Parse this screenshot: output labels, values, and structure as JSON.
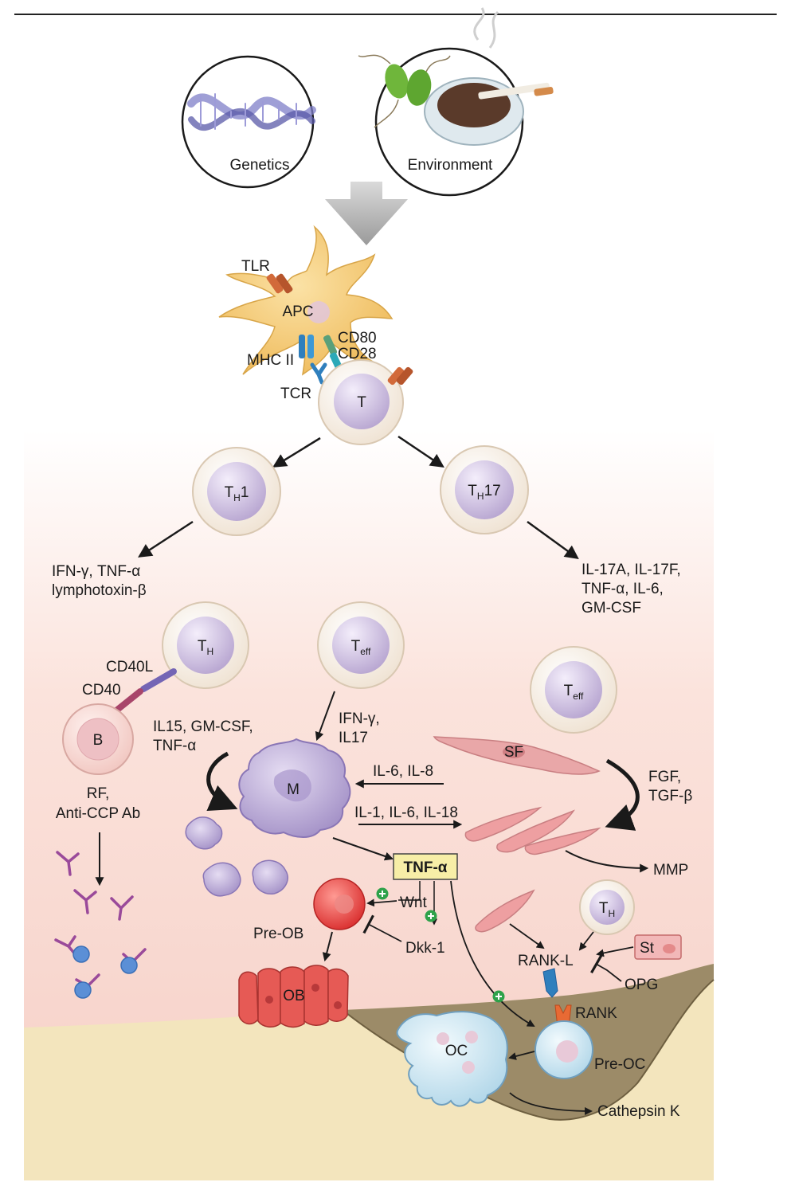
{
  "inputs": {
    "genetics": "Genetics",
    "environment": "Environment"
  },
  "apc": {
    "label": "APC",
    "tlr": "TLR",
    "mhc": "MHC II",
    "cd80": "CD80",
    "cd28": "CD28",
    "tcr": "TCR"
  },
  "cells": {
    "t": "T",
    "th": "T",
    "th_sub": "H",
    "th1_suffix": "1",
    "th17_suffix": "17",
    "teff_sub": "eff",
    "b": "B",
    "m": "M",
    "sf": "SF",
    "st": "St",
    "ob": "OB",
    "oc": "OC"
  },
  "labels": {
    "th1_out_1": "IFN-γ, TNF-α",
    "th1_out_2": "lymphotoxin-β",
    "th17_out_1": "IL-17A, IL-17F,",
    "th17_out_2": "TNF-α, IL-6,",
    "th17_out_3": "GM-CSF",
    "cd40l": "CD40L",
    "cd40": "CD40",
    "il15_1": "IL15, GM-CSF,",
    "il15_2": "TNF-α",
    "ifn_1": "IFN-γ,",
    "ifn_2": "IL17",
    "il6_il8": "IL-6, IL-8",
    "il1": "IL-1, IL-6, IL-18",
    "fgf_1": "FGF,",
    "fgf_2": "TGF-β",
    "rf_1": "RF,",
    "rf_2": "Anti-CCP Ab",
    "tnf_box": "TNF-α",
    "mmp": "MMP",
    "wnt": "Wnt",
    "dkk": "Dkk-1",
    "pre_ob": "Pre-OB",
    "rankl": "RANK-L",
    "opg": "OPG",
    "rank": "RANK",
    "pre_oc": "Pre-OC",
    "cathepsin": "Cathepsin K"
  },
  "colors": {
    "cell_fill": "#f3ece4",
    "nucleus": "#b8a8d0",
    "apc": "#f2c56e",
    "macrophage": "#b9a9d6",
    "fibroblast": "#e7a3a5",
    "pre_ob": "#e74b4b",
    "ob": "#e65a55",
    "oc": "#cfe7f3",
    "bone": "#f3e5bd",
    "erosion": "#8c7b59",
    "tnf_box": "#f7eea7",
    "plus": "#2ea24a"
  }
}
